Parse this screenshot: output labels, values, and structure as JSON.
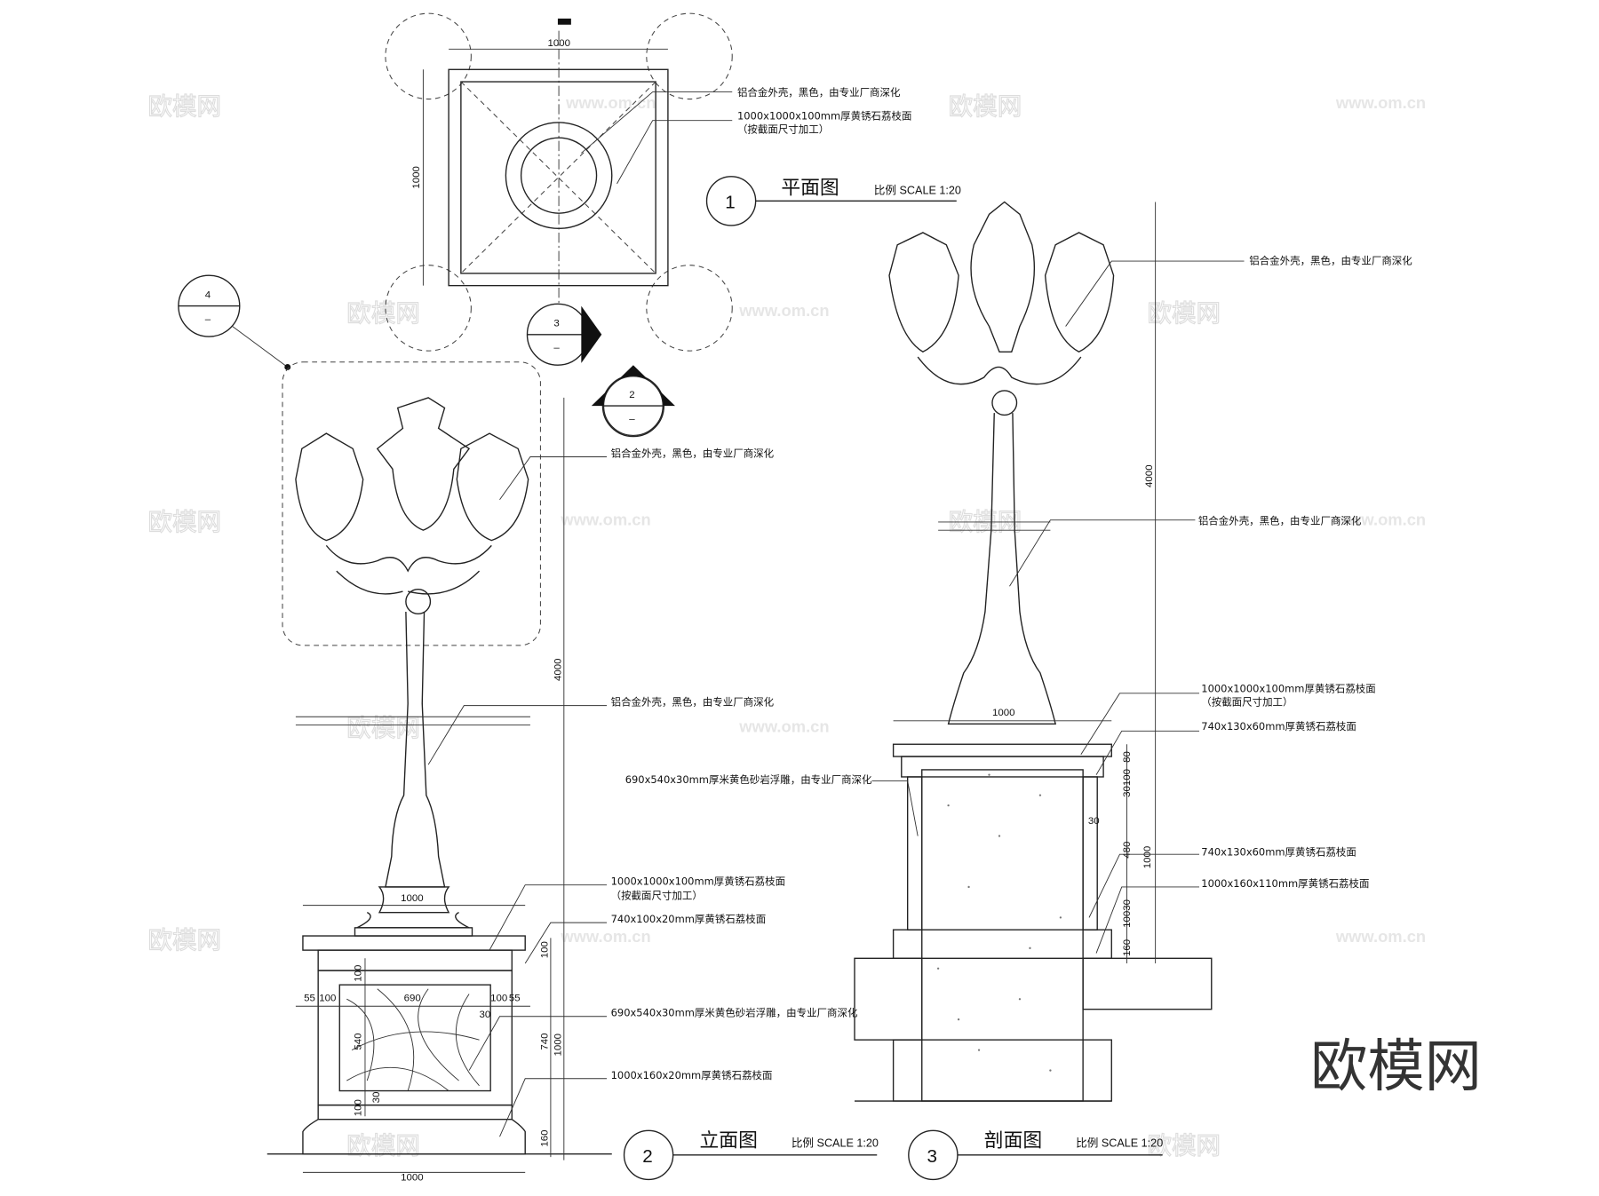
{
  "plan": {
    "number": "1",
    "title": "平面图",
    "scale": "比例 SCALE 1:20",
    "dim_width": "1000",
    "dim_height": "1000",
    "notes": [
      "铝合金外壳，黑色，由专业厂商深化",
      "1000x1000x100mm厚黄锈石荔枝面",
      "（按截面尺寸加工）"
    ]
  },
  "elevation": {
    "number": "2",
    "title": "立面图",
    "scale": "比例 SCALE 1:20",
    "notes": [
      "铝合金外壳，黑色，由专业厂商深化",
      "铝合金外壳，黑色，由专业厂商深化",
      "1000x1000x100mm厚黄锈石荔枝面",
      "（按截面尺寸加工）",
      "740x100x20mm厚黄锈石荔枝面",
      "690x540x30mm厚米黄色砂岩浮雕，由专业厂商深化",
      "1000x160x20mm厚黄锈石荔枝面"
    ],
    "dims": {
      "total_height": "4000",
      "top_width": "1000",
      "bottom_width": "1000",
      "d55a": "55",
      "d100a": "100",
      "d690": "690",
      "d100b": "100",
      "d55b": "55",
      "v100a": "100",
      "v540": "540",
      "v100b": "100",
      "v30a": "30",
      "v30b": "30",
      "v100c": "100",
      "v740": "740",
      "v1000": "1000",
      "v160": "160"
    }
  },
  "section": {
    "number": "3",
    "title": "剖面图",
    "scale": "比例 SCALE 1:20",
    "notes": [
      "铝合金外壳，黑色，由专业厂商深化",
      "铝合金外壳，黑色，由专业厂商深化",
      "1000x1000x100mm厚黄锈石荔枝面",
      "（按截面尺寸加工）",
      "740x130x60mm厚黄锈石荔枝面",
      "690x540x30mm厚米黄色砂岩浮雕，由专业厂商深化",
      "740x130x60mm厚黄锈石荔枝面",
      "1000x160x110mm厚黄锈石荔枝面"
    ],
    "dims": {
      "total_height": "4000",
      "top_width": "1000",
      "v80": "80",
      "v30100": "30100",
      "v30": "30",
      "v480": "480",
      "v1000": "1000",
      "v10030": "10030",
      "v160": "160"
    }
  },
  "markers": {
    "detail4_top": "4",
    "detail4_bottom": "–",
    "sec3_top": "3",
    "sec3_bottom": "–",
    "sec2_top": "2",
    "sec2_bottom": "–"
  },
  "watermark": {
    "cn": "欧模网",
    "url": "www.om.cn",
    "logo": "欧模网"
  }
}
